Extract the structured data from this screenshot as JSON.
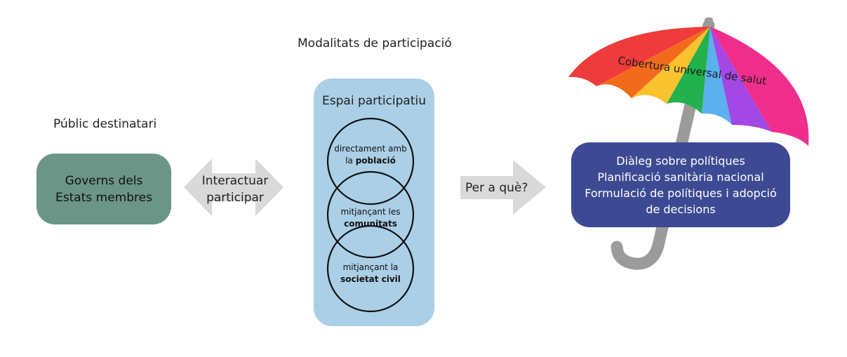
{
  "headings": {
    "audience": "Públic destinatari",
    "modalities": "Modalitats de participació"
  },
  "audience_box": {
    "label": "Governs dels Estats membres"
  },
  "interaction_arrow": {
    "line1": "Interactuar",
    "line2": "participar"
  },
  "participation_space": {
    "title": "Espai participatiu",
    "circles": [
      {
        "prefix": "directament amb la",
        "emphasis": "població"
      },
      {
        "prefix": "mitjançant les",
        "emphasis": "comunitats"
      },
      {
        "prefix": "mitjançant la",
        "emphasis": "societat civil"
      }
    ]
  },
  "purpose_arrow": {
    "label": "Per a què?"
  },
  "umbrella": {
    "canopy_text": "Cobertura universal de salut",
    "segment_colors": [
      "#ef3b3b",
      "#f26b1d",
      "#f9c22e",
      "#22b14c",
      "#5bb0f0",
      "#a347e5",
      "#ef2e8c"
    ]
  },
  "outcomes": {
    "items": [
      "Diàleg sobre polítiques",
      "Planificació sanitària nacional",
      "Formulació de polítiques i adopció",
      "de decisions"
    ]
  },
  "colors": {
    "audience_box": "#6b9587",
    "participation_space": "#aacfe6",
    "outcome_box": "#3d4a93",
    "arrows": "#d9d9d9",
    "umbrella_handle": "#9b9b9b"
  }
}
